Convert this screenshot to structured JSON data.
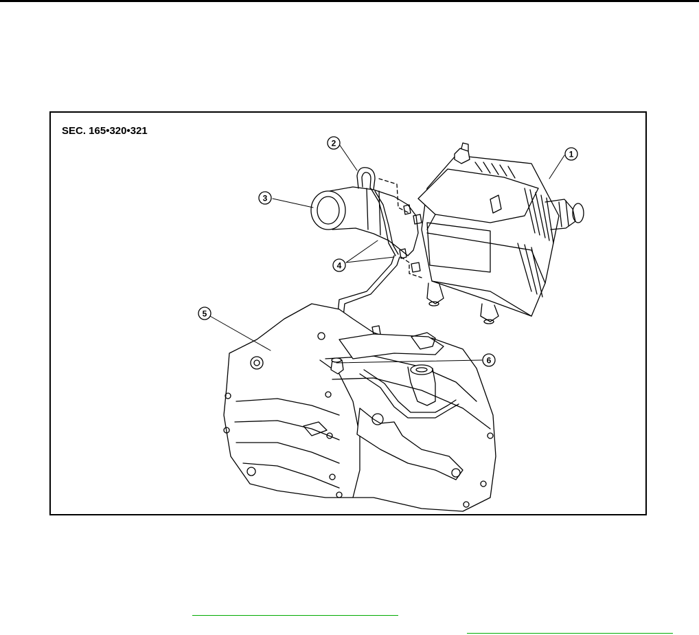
{
  "figure": {
    "section_label": "SEC. 165•320•321",
    "callouts": [
      {
        "id": "1",
        "label": "1"
      },
      {
        "id": "2",
        "label": "2"
      },
      {
        "id": "3",
        "label": "3"
      },
      {
        "id": "4",
        "label": "4"
      },
      {
        "id": "5",
        "label": "5"
      },
      {
        "id": "6",
        "label": "6"
      }
    ]
  },
  "colors": {
    "link": "#00aa00",
    "line": "#000000"
  }
}
